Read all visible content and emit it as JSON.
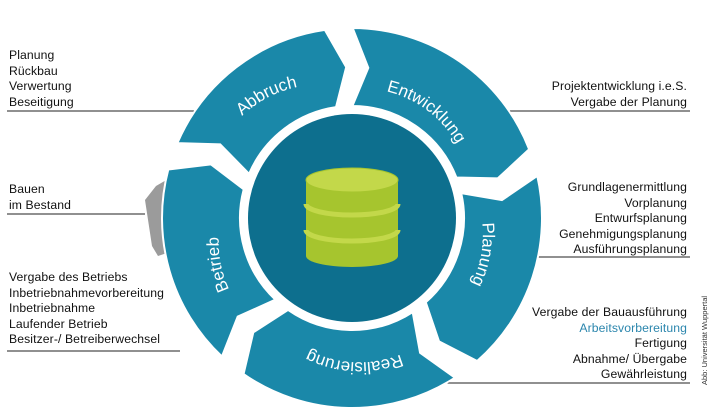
{
  "colors": {
    "ring": "#1a88a9",
    "ring_dark": "#0d6f8e",
    "separator": "#ffffff",
    "db_light": "#c3d84a",
    "db_mid": "#a6c52e",
    "db_stripe": "#8caa22",
    "connector": "#9b9b9b",
    "highlight_text": "#2b86ad"
  },
  "segments": {
    "abbruch": "Abbruch",
    "entwicklung": "Entwicklung",
    "planung": "Planung",
    "realisierung": "Realisierung",
    "betrieb": "Betrieb"
  },
  "center_icon": "database-icon",
  "blocks": {
    "abbruch": [
      "Planung",
      "Rückbau",
      "Verwertung",
      "Beseitigung"
    ],
    "entwicklung": [
      "Projektentwicklung i.e.S.",
      "Vergabe der Planung"
    ],
    "bestand": [
      "Bauen",
      "im Bestand"
    ],
    "planung": [
      "Grundlagenermittlung",
      "Vorplanung",
      "Entwurfsplanung",
      "Genehmigungsplanung",
      "Ausführungsplanung"
    ],
    "betrieb": [
      "Vergabe des Betriebs",
      "Inbetriebnahmevorbereitung",
      "Inbetriebnahme",
      "Laufender Betrieb",
      "Besitzer-/ Betreiberwechsel"
    ],
    "realisierung": [
      "Vergabe der Bauausführung",
      "Arbeitsvorbereitung",
      "Fertigung",
      "Abnahme/ Übergabe",
      "Gewährleistung"
    ]
  },
  "highlighted_item": "Arbeitsvorbereitung",
  "credit": "Abb: Universität Wuppertal"
}
